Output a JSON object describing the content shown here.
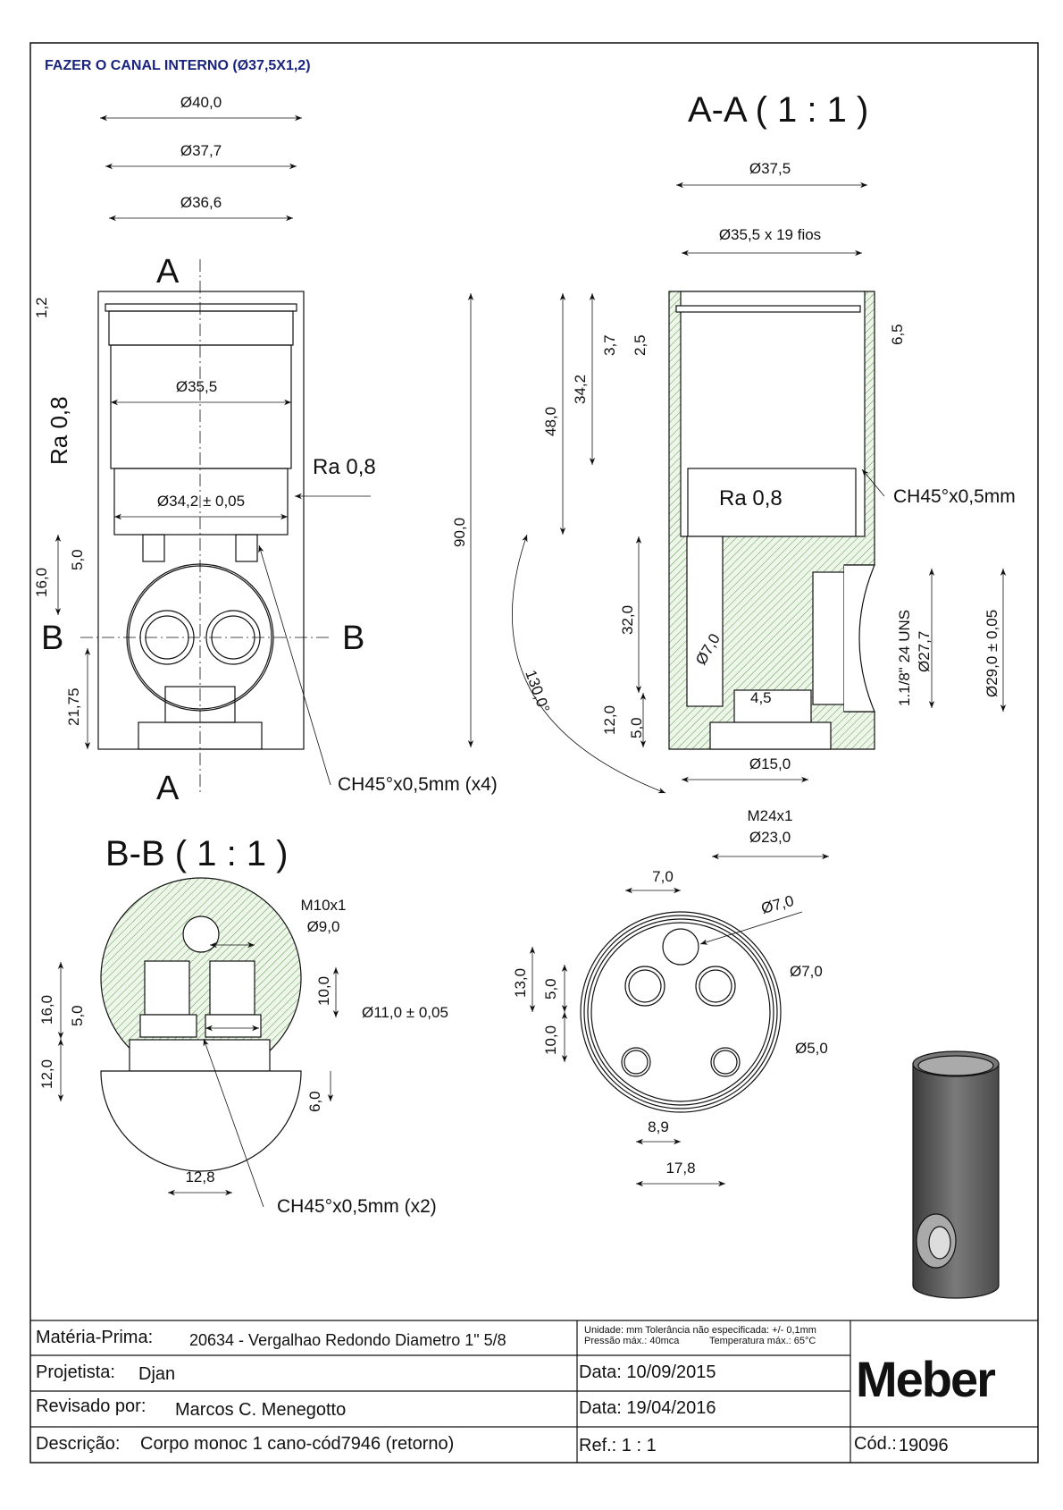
{
  "note": "FAZER O CANAL INTERNO (Ø37,5X1,2)",
  "views": {
    "front": {
      "dims": {
        "d40": "Ø40,0",
        "d377": "Ø37,7",
        "d366": "Ø36,6",
        "d355": "Ø35,5",
        "d342": "Ø34,2 ± 0,05",
        "h12": "1,2",
        "h16": "16,0",
        "h5": "5,0",
        "h2175": "21,75"
      },
      "roughness_left": "Ra 0,8",
      "roughness_right": "Ra 0,8",
      "section_A": "A",
      "section_B": "B",
      "chamfer_note": "CH45°x0,5mm (x4)"
    },
    "section_AA": {
      "title": "A-A ( 1 : 1 )",
      "dims": {
        "d375": "Ø37,5",
        "d355": "Ø35,5 x 19 fios",
        "h90": "90,0",
        "h48": "48,0",
        "h342": "34,2",
        "h37": "3,7",
        "h25": "2,5",
        "h65": "6,5",
        "h32": "32,0",
        "h12": "12,0",
        "h5": "5,0",
        "d7": "Ø7,0",
        "w45": "4,5",
        "d15": "Ø15,0",
        "thread_m24": "M24x1",
        "d23": "Ø23,0",
        "thread_uns": "1.1/8\" 24 UNS",
        "d277": "Ø27,7",
        "d29": "Ø29,0 ± 0,05",
        "angle": "130,0°"
      },
      "roughness": "Ra 0,8",
      "chamfer_note": "CH45°x0,5mm"
    },
    "section_BB": {
      "title": "B-B ( 1 : 1 )",
      "dims": {
        "thread": "M10x1",
        "d9": "Ø9,0",
        "h10": "10,0",
        "d11": "Ø11,0 ± 0,05",
        "h16": "16,0",
        "h5": "5,0",
        "h12": "12,0",
        "h6": "6,0",
        "w128": "12,8"
      },
      "chamfer_note": "CH45°x0,5mm (x2)"
    },
    "bottom": {
      "dims": {
        "w7": "7,0",
        "d7a": "Ø7,0",
        "d7b": "Ø7,0",
        "d5": "Ø5,0",
        "h13": "13,0",
        "h5": "5,0",
        "h10": "10,0",
        "w89": "8,9",
        "w178": "17,8"
      }
    }
  },
  "title_block": {
    "materia_label": "Matéria-Prima:",
    "materia_value": "20634 - Vergalhao Redondo Diametro 1\" 5/8",
    "projetista_label": "Projetista:",
    "projetista_value": "Djan",
    "revisado_label": "Revisado por:",
    "revisado_value": "Marcos C. Menegotto",
    "descricao_label": "Descrição:",
    "descricao_value": "Corpo monoc 1 cano-cód7946 (retorno)",
    "spec_line1": "Unidade: mm Tolerância não especificada: +/- 0,1mm",
    "spec_line2": "Pressão máx.: 40mca",
    "spec_line3": "Temperatura máx.: 65°C",
    "data1": "Data: 10/09/2015",
    "data2": "Data: 19/04/2016",
    "ref": "Ref.:  1 : 1",
    "logo": "Meber",
    "cod_label": "Cód.:",
    "cod_value": "19096"
  },
  "colors": {
    "hatch": "#5a9a4a",
    "hatch_bg": "#eef6ea",
    "note": "#1a237e"
  }
}
